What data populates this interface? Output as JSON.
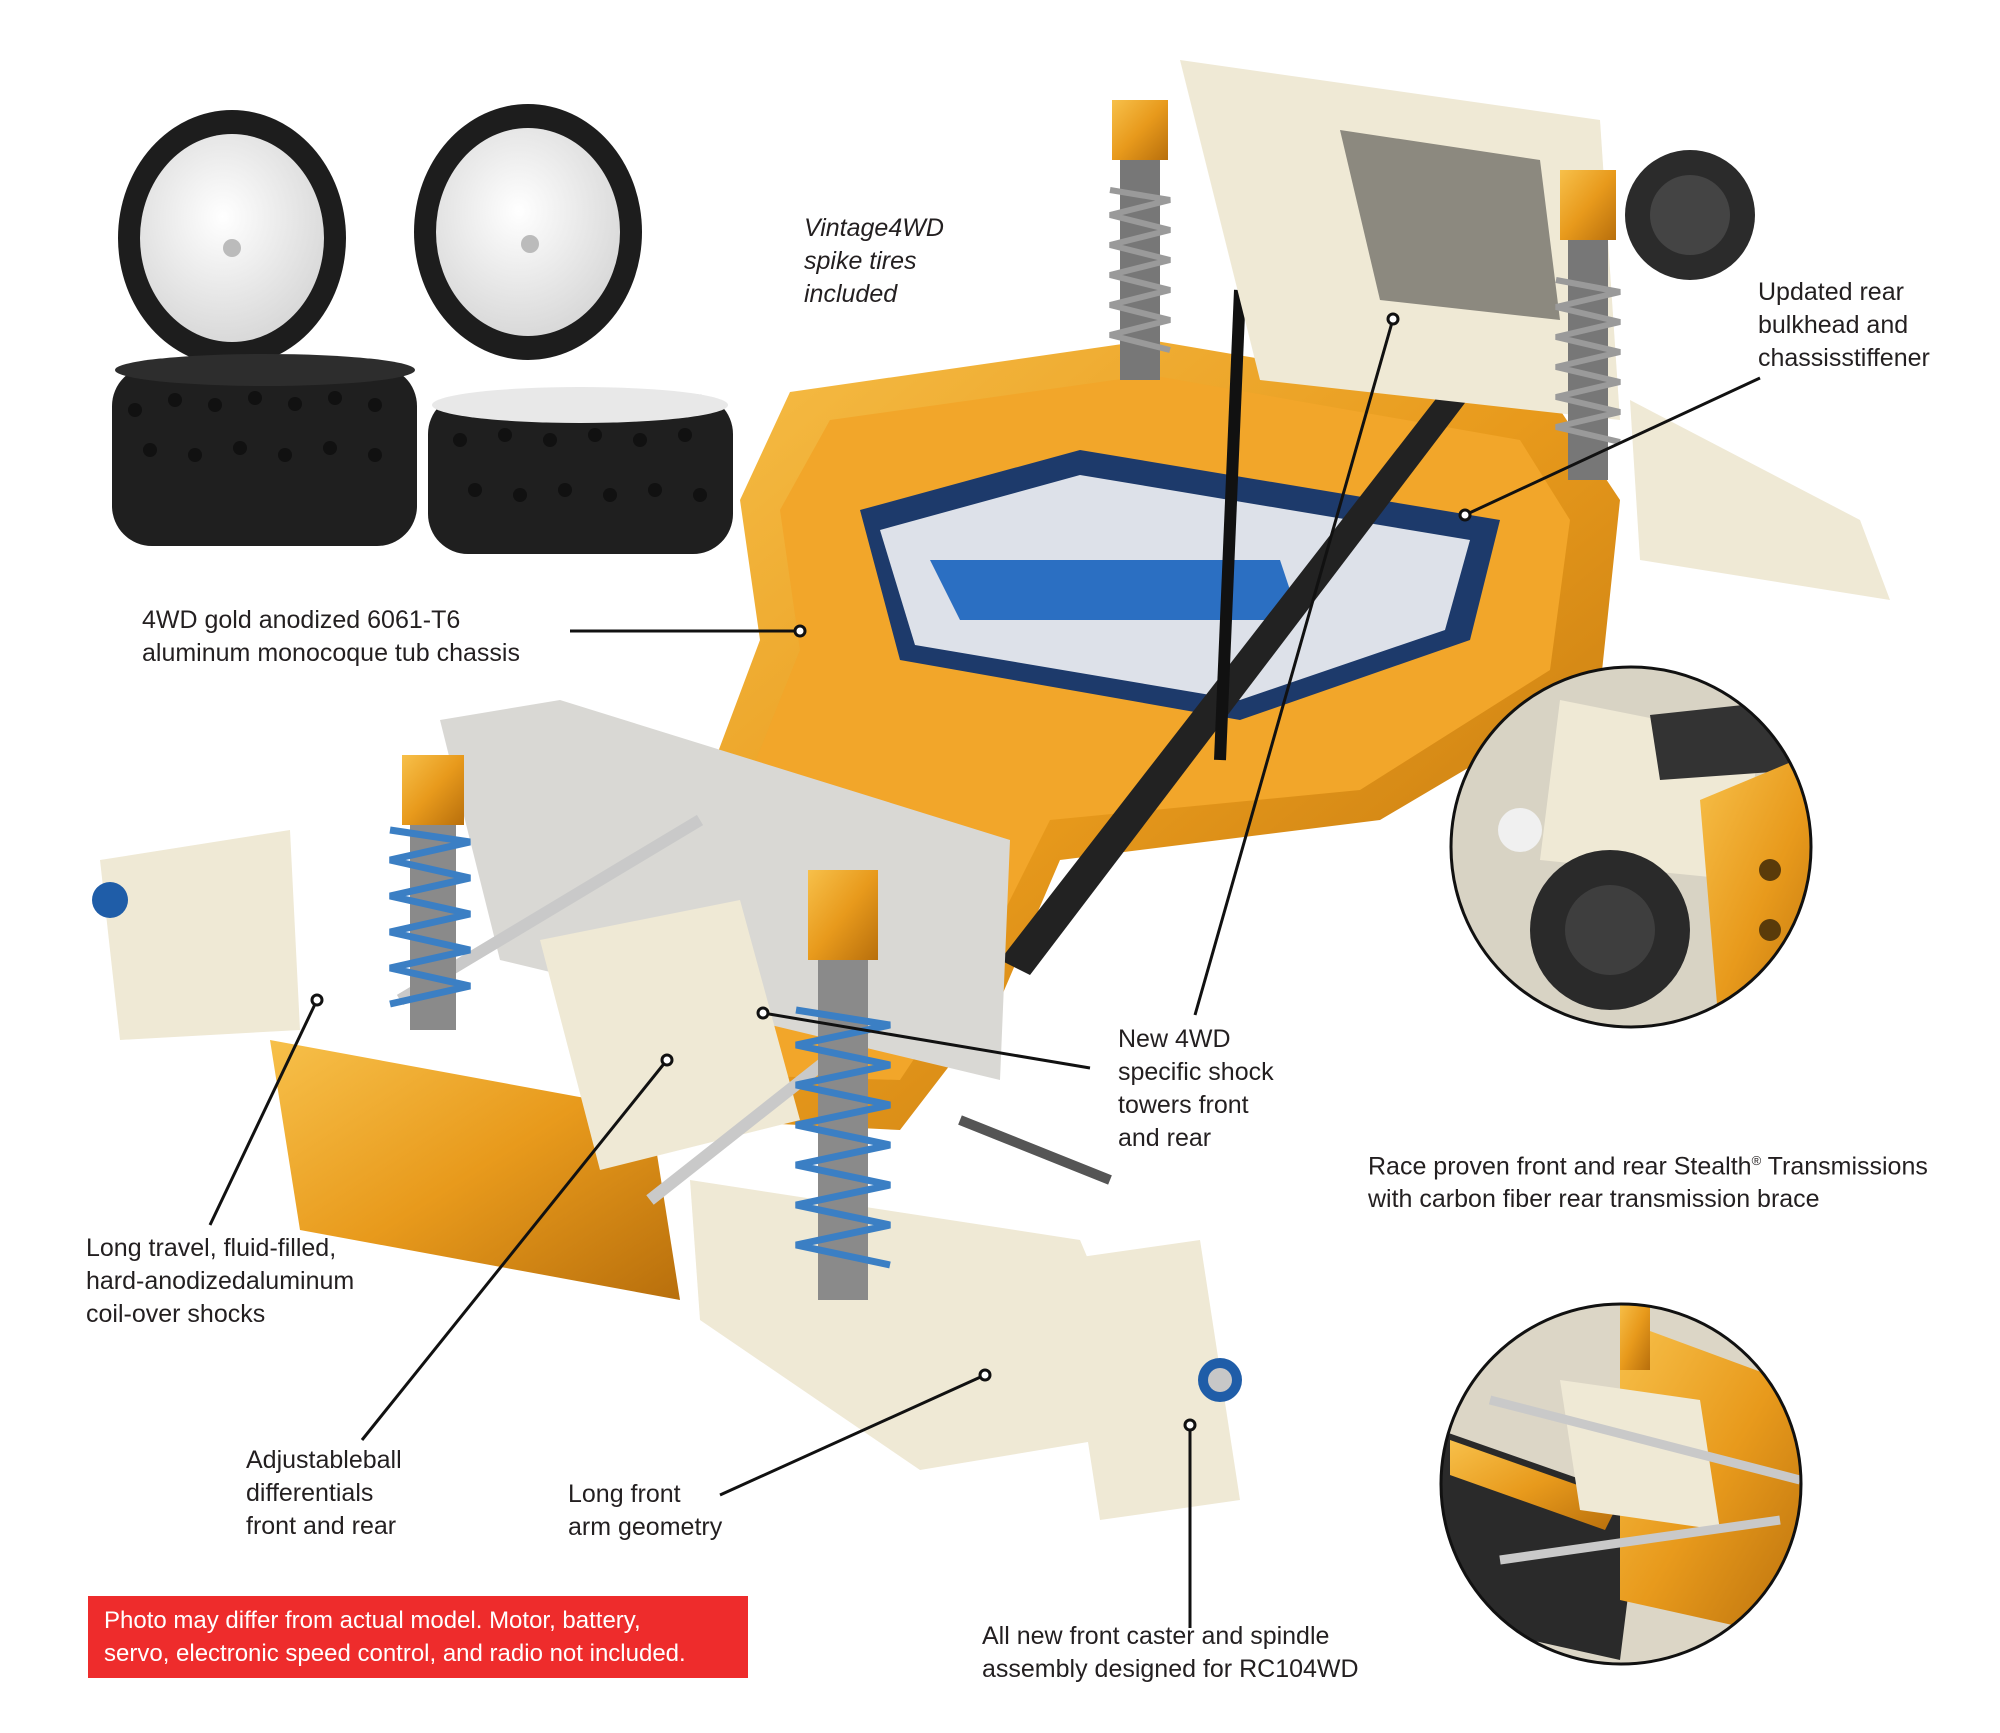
{
  "callouts": {
    "tires": "Vintage4WD\nspike tires\nincluded",
    "rear_bulkhead": "Updated rear\nbulkhead and\nchassisstiffener",
    "chassis": "4WD gold anodized 6061-T6\naluminum monocoque tub chassis",
    "shock_towers": "New 4WD\nspecific shock\ntowers front\nand rear",
    "transmissions_line1": "Race proven front and rear Stealth",
    "transmissions_reg": "®",
    "transmissions_line1_end": " Transmissions",
    "transmissions_line2": "with carbon fiber rear transmission brace",
    "shocks": "Long travel, fluid-filled,\nhard-anodizedaluminum\ncoil-over shocks",
    "differentials": "Adjustableball\ndifferentials\nfront and rear",
    "front_arm": "Long front\narm geometry",
    "caster": "All new front caster and spindle\nassembly designed for RC104WD"
  },
  "disclaimer": "Photo may differ from actual model. Motor, battery,\nservo, electronic speed control, and radio not included.",
  "colors": {
    "gold": "#e89a1c",
    "gold_dark": "#b86f0c",
    "nylon": "#eee8d4",
    "spring_blue": "#3b7fc4",
    "disclaimer_red": "#ee2c2c",
    "text": "#231f20"
  }
}
